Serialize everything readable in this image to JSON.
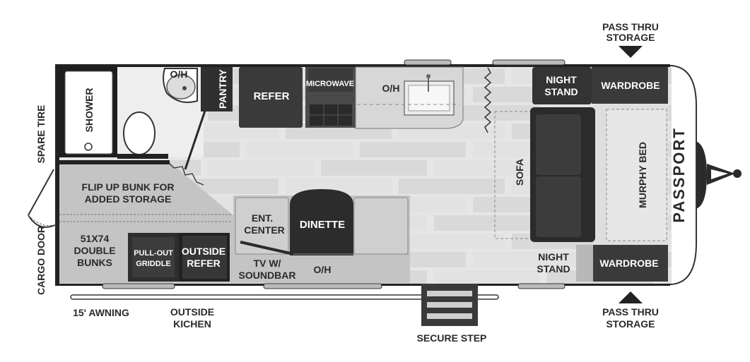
{
  "brand": "PASSPORT",
  "colors": {
    "floor": "#e6e6e6",
    "floor_plank": "#d9d9d9",
    "wall": "#222222",
    "dark_furniture": "#3a3a3a",
    "gray_furniture": "#bdbdbd",
    "light_furniture": "#cfcfcf",
    "outside": "#eeeeee"
  },
  "labels": {
    "pass_thru_top": [
      "PASS THRU",
      "STORAGE"
    ],
    "pass_thru_bottom": [
      "PASS THRU",
      "STORAGE"
    ],
    "spare_tire": "SPARE TIRE",
    "cargo_door": "CARGO DOOR",
    "shower": "SHOWER",
    "oh_bath": "O/H",
    "pantry": "PANTRY",
    "refer": "REFER",
    "microwave": "MICROWAVE",
    "oh_kitchen": "O/H",
    "night_stand_top": [
      "NIGHT",
      "STAND"
    ],
    "wardrobe_top": "WARDROBE",
    "sofa": "SOFA",
    "murphy_bed": "MURPHY BED",
    "night_stand_bottom": [
      "NIGHT",
      "STAND"
    ],
    "wardrobe_bottom": "WARDROBE",
    "flip_up_bunk": [
      "FLIP UP BUNK FOR",
      "ADDED STORAGE"
    ],
    "bunks": [
      "51X74",
      "DOUBLE",
      "BUNKS"
    ],
    "pullout_griddle": [
      "PULL-OUT",
      "GRIDDLE"
    ],
    "outside_refer": [
      "OUTSIDE",
      "REFER"
    ],
    "ent_center": [
      "ENT.",
      "CENTER"
    ],
    "dinette": "DINETTE",
    "tv_soundbar": [
      "TV W/",
      "SOUNDBAR"
    ],
    "oh_dinette": "O/H",
    "awning": "15' AWNING",
    "outside_kitchen": [
      "OUTSIDE",
      "KICHEN"
    ],
    "secure_step": "SECURE STEP"
  }
}
